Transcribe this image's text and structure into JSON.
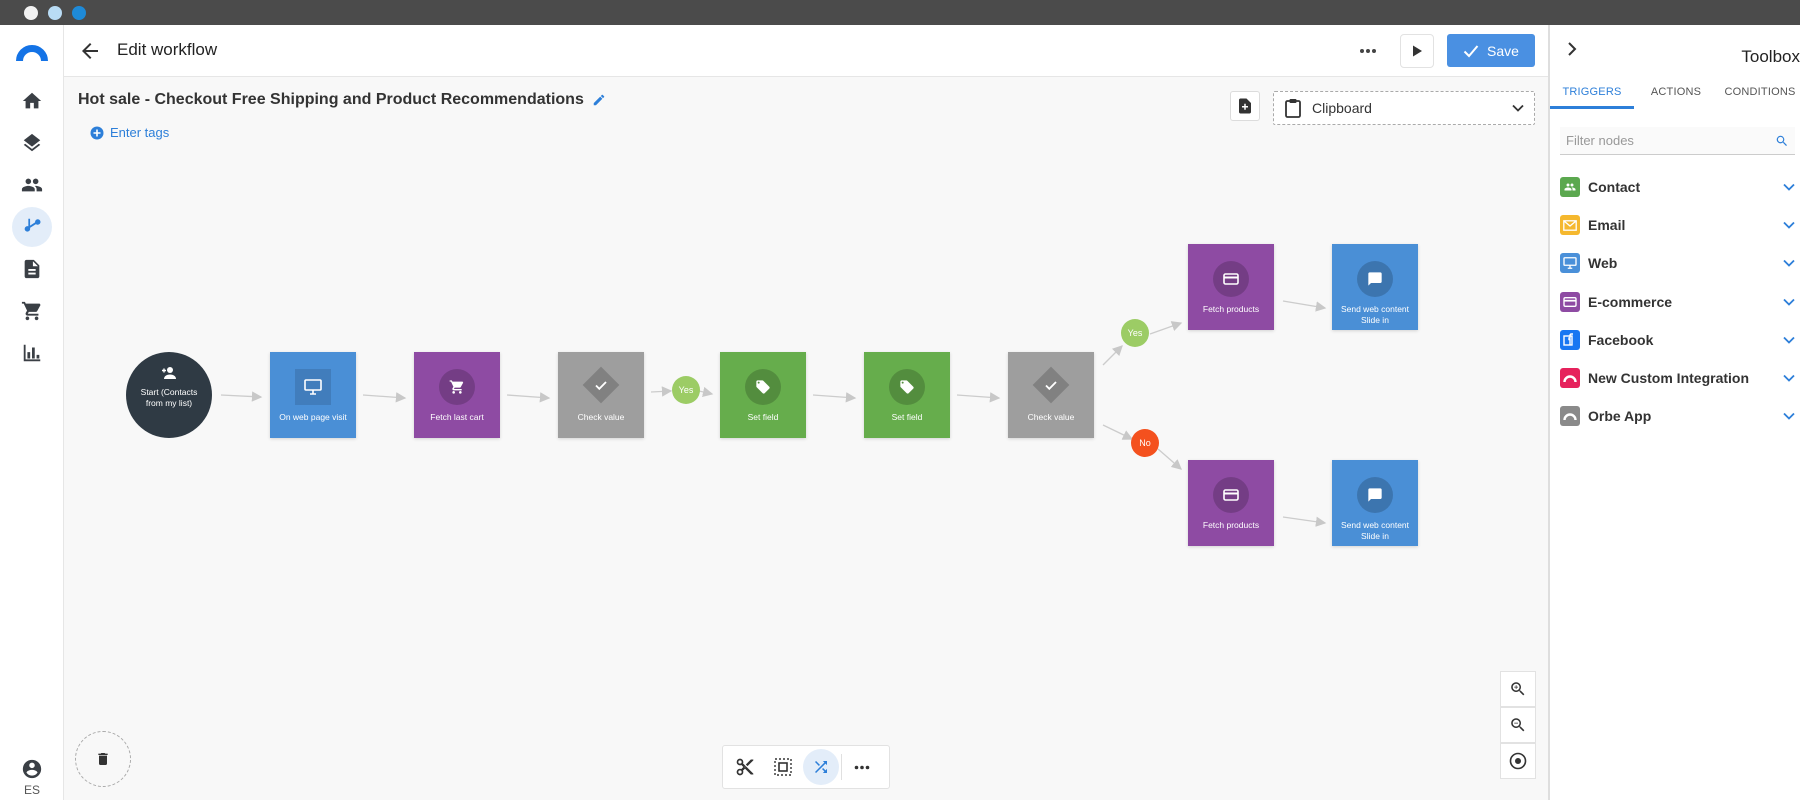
{
  "header": {
    "title": "Edit workflow",
    "save_label": "Save"
  },
  "canvas": {
    "workflow_name": "Hot sale - Checkout Free Shipping and Product Recommendations",
    "enter_tags": "Enter tags",
    "clipboard": "Clipboard"
  },
  "nodes": {
    "start": "Start (Contacts from my list)",
    "web_visit": "On web page visit",
    "fetch_cart": "Fetch last cart",
    "check1": "Check value",
    "set1": "Set field",
    "set2": "Set field",
    "check2": "Check value",
    "fetch1": "Fetch products",
    "send1": "Send web content Slide in",
    "fetch2": "Fetch products",
    "send2": "Send web content Slide in",
    "yes1": "Yes",
    "yes2": "Yes",
    "no": "No"
  },
  "user": {
    "lang": "ES"
  },
  "toolbox": {
    "title": "Toolbox",
    "tabs": [
      "TRIGGERS",
      "ACTIONS",
      "CONDITIONS"
    ],
    "filter_placeholder": "Filter nodes",
    "categories": [
      {
        "name": "Contact",
        "color": "#5ba84f"
      },
      {
        "name": "Email",
        "color": "#f5b82e"
      },
      {
        "name": "Web",
        "color": "#4a90d9"
      },
      {
        "name": "E-commerce",
        "color": "#8e4ba3"
      },
      {
        "name": "Facebook",
        "color": "#1877f2"
      },
      {
        "name": "New Custom Integration",
        "color": "#e6225c"
      },
      {
        "name": "Orbe App",
        "color": "#8a8a8a"
      }
    ]
  },
  "colors": {
    "accent": "#4a90e2",
    "web": "#4a8fd6",
    "ecommerce": "#8e4ba3",
    "field": "#66ad4c",
    "condition": "#9e9e9e",
    "start": "#2f3a44"
  }
}
